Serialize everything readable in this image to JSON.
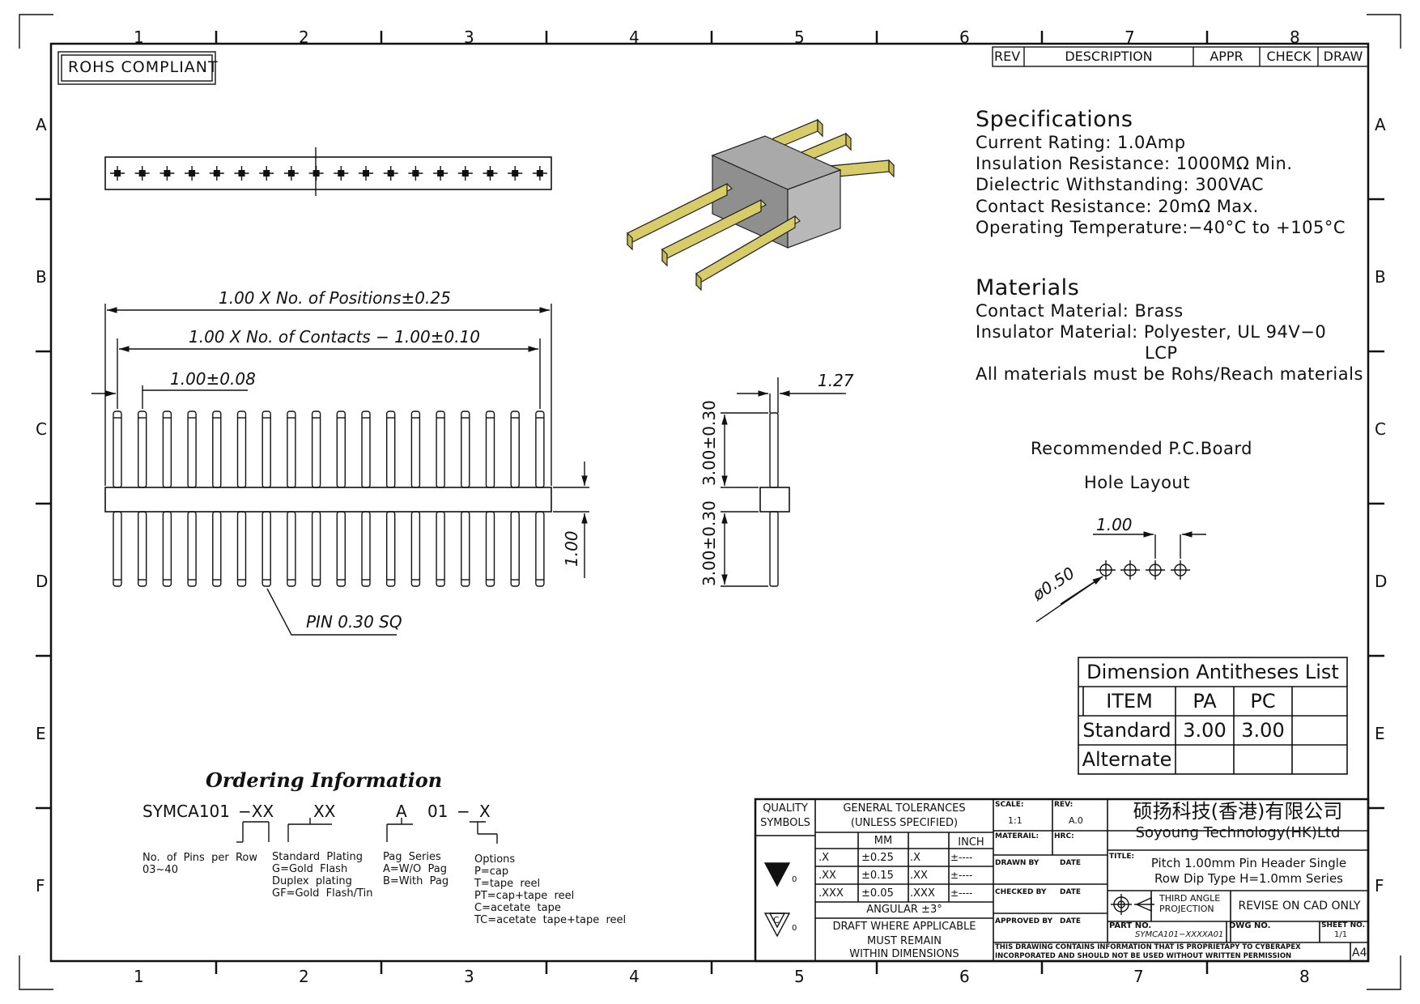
{
  "zones": {
    "columns": [
      "1",
      "2",
      "3",
      "4",
      "5",
      "6",
      "7",
      "8"
    ],
    "rows": [
      "A",
      "B",
      "C",
      "D",
      "E",
      "F"
    ]
  },
  "rohs_label": "ROHS COMPLIANT",
  "revision_header": {
    "rev": "REV",
    "description": "DESCRIPTION",
    "appr": "APPR",
    "check": "CHECK",
    "draw": "DRAW"
  },
  "specifications": {
    "heading": "Specifications",
    "lines": [
      "Current  Rating:    1.0Amp",
      "Insulation  Resistance:  1000MΩ  Min.",
      "Dielectric  Withstanding:    300VAC",
      "Contact  Resistance:    20mΩ  Max.",
      "Operating  Temperature:−40°C  to  +105°C"
    ]
  },
  "materials": {
    "heading": "Materials",
    "lines": [
      "Contact  Material:  Brass",
      "Insulator  Material:  Polyester,  UL  94V−0",
      "LCP",
      "All  materials  must  be  Rohs/Reach  materials"
    ]
  },
  "pcb_layout": {
    "line1": "Recommended  P.C.Board",
    "line2": "Hole  Layout",
    "pitch": "1.00",
    "hole": "ø0.50"
  },
  "dimensions": {
    "positions": "1.00  X  No.  of  Positions±0.25",
    "contacts": "1.00  X  No.  of  Contacts  −  1.00±0.10",
    "pitch": "1.00±0.08",
    "insulator_height": "1.00",
    "pin_size": "PIN  0.30  SQ",
    "side_pitch": "1.27",
    "upper_pin": "3.00±0.30",
    "lower_pin": "3.00±0.30"
  },
  "antitheses": {
    "title": "Dimension  Antitheses  List",
    "headers": [
      "ITEM",
      "PA",
      "PC",
      ""
    ],
    "rows": [
      [
        "Standard",
        "3.00",
        "3.00",
        ""
      ],
      [
        "Alternate",
        "",
        "",
        ""
      ]
    ]
  },
  "ordering": {
    "title": "Ordering Information",
    "code": [
      "SYMCA101",
      "−XX",
      "XX",
      "A",
      "01",
      "−",
      "X"
    ],
    "groups": [
      {
        "label": "No.  of  Pins  per  Row\n03~40"
      },
      {
        "label": "Standard  Plating\nG=Gold  Flash\nDuplex  plating\nGF=Gold  Flash/Tin"
      },
      {
        "label": "Pag  Series\nA=W/O  Pag\nB=With  Pag"
      },
      {
        "label": "Options\nP=cap\nT=tape  reel\nPT=cap+tape  reel\nC=acetate  tape\nTC=acetate  tape+tape  reel"
      }
    ]
  },
  "title_block": {
    "quality": "QUALITY",
    "symbols": "SYMBOLS",
    "sym1_sub": "0",
    "sym2_letter": "C",
    "sym2_sub": "0",
    "gen_tol": "GENERAL  TOLERANCES",
    "unless": "(UNLESS  SPECIFIED)",
    "mm": "MM",
    "inch": "INCH",
    "tol_rows": [
      [
        ".X",
        "±0.25",
        ".X",
        "±----"
      ],
      [
        ".XX",
        "±0.15",
        ".XX",
        "±----"
      ],
      [
        ".XXX",
        "±0.05",
        ".XXX",
        "±----"
      ]
    ],
    "angular": "ANGULAR  ±3°",
    "draft1": "DRAFT  WHERE  APPLICABLE",
    "draft2": "MUST  REMAIN",
    "draft3": "WITHIN  DIMENSIONS",
    "scale_label": "SCALE:",
    "scale": "1:1",
    "rev_label": "REV:",
    "rev": "A.0",
    "material_label": "MATERAIL:",
    "hrc_label": "HRC:",
    "drawn_by": "DRAWN  BY",
    "checked_by": "CHECKED  BY",
    "approved_by": "APPROVED  BY",
    "date": "DATE",
    "company_cn": "硕扬科技(香港)有限公司",
    "company_en": "Soyoung  Technology(HK)Ltd",
    "title_label": "TITLE:",
    "title1": "Pitch  1.00mm  Pin  Header  Single",
    "title2": "Row  Dip  Type  H=1.0mm  Series",
    "projection1": "THIRD  ANGLE",
    "projection2": "PROJECTION",
    "revise": "REVISE  ON  CAD  ONLY",
    "part_label": "PART  NO.",
    "part_no": "SYMCA101−XXXXA01",
    "dwg_label": "DWG  NO.",
    "sheet_label": "SHEET  NO.",
    "sheet": "1/1",
    "notice1": "THIS  DRAWING  CONTAINS  INFORMATION  THAT  IS  PROPRIETAPY  TO  CYBERAPEX",
    "notice2": "INCORPORATED  AND  SHOULD  NOT  BE  USED  WITHOUT  WRITTEN  PERMISSION",
    "size": "A4"
  }
}
